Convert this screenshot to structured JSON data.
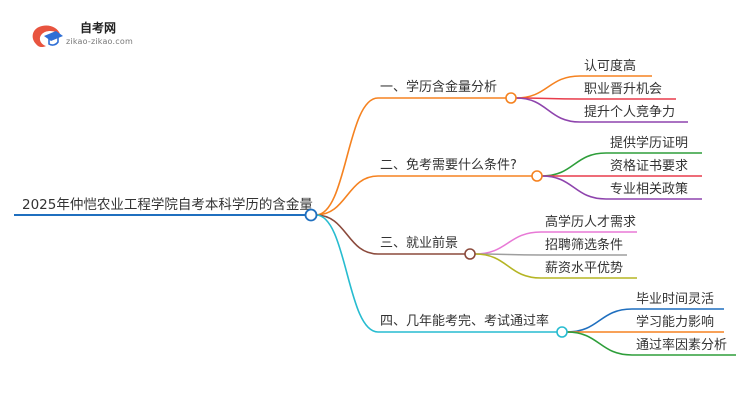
{
  "logo": {
    "title": "自考网",
    "url": "zikao-zikao.com",
    "icon": "graduation-cap-icon"
  },
  "mindmap": {
    "root": "2025年仲恺农业工程学院自考本科学历的含金量",
    "branches": [
      {
        "label": "一、学历含金量分析",
        "color": "#f58220",
        "children": [
          {
            "label": "认可度高",
            "color": "#f58220"
          },
          {
            "label": "职业晋升机会",
            "color": "#e83c4b"
          },
          {
            "label": "提升个人竞争力",
            "color": "#8e44ad"
          }
        ]
      },
      {
        "label": "二、免考需要什么条件?",
        "color": "#f58220",
        "children": [
          {
            "label": "提供学历证明",
            "color": "#2e9e3a"
          },
          {
            "label": "资格证书要求",
            "color": "#e83c4b"
          },
          {
            "label": "专业相关政策",
            "color": "#8e44ad"
          }
        ]
      },
      {
        "label": "三、就业前景",
        "color": "#8b4a3c",
        "children": [
          {
            "label": "高学历人才需求",
            "color": "#e879d6"
          },
          {
            "label": "招聘筛选条件",
            "color": "#9e9e9e"
          },
          {
            "label": "薪资水平优势",
            "color": "#b5b524"
          }
        ]
      },
      {
        "label": "四、几年能考完、考试通过率",
        "color": "#27bcd0",
        "children": [
          {
            "label": "毕业时间灵活",
            "color": "#1f6fbf"
          },
          {
            "label": "学习能力影响",
            "color": "#f58220"
          },
          {
            "label": "通过率因素分析",
            "color": "#2e9e3a"
          }
        ]
      }
    ]
  }
}
